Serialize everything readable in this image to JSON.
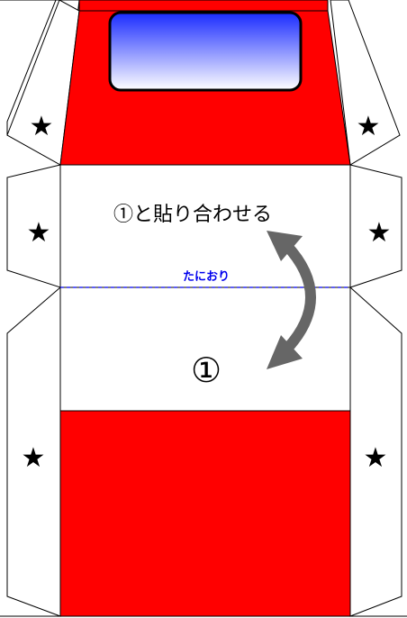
{
  "colors": {
    "panel_red": "#ff0000",
    "outline": "#000000",
    "fold_line": "#0000ee",
    "arrow": "#666666",
    "window_top": "#1a2bff",
    "window_bottom": "#ffffff"
  },
  "labels": {
    "glue_instruction": "①と貼り合わせる",
    "fold_label": "たにおり",
    "panel_number": "①"
  },
  "tab_mark": "★",
  "icons": {
    "window": "window-icon",
    "fold_arrow": "curved-double-arrow-icon",
    "star": "star-icon"
  }
}
